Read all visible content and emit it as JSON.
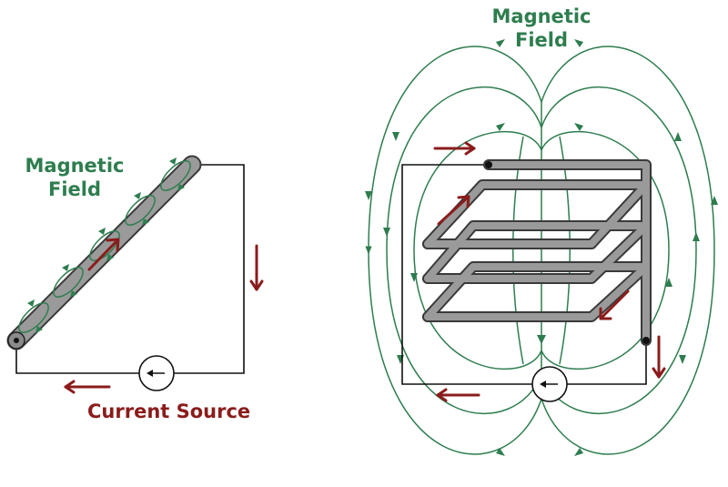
{
  "labels": {
    "left_field_line1": "Magnetic",
    "left_field_line2": "Field",
    "source": "Current Source",
    "right_field_line1": "Magnetic",
    "right_field_line2": "Field"
  },
  "colors": {
    "field": "#2e7d4f",
    "current": "#8b1c1c",
    "wire": "#111111",
    "conductor": "#9a9a9a",
    "conductor_edge": "#3a3a3a"
  }
}
